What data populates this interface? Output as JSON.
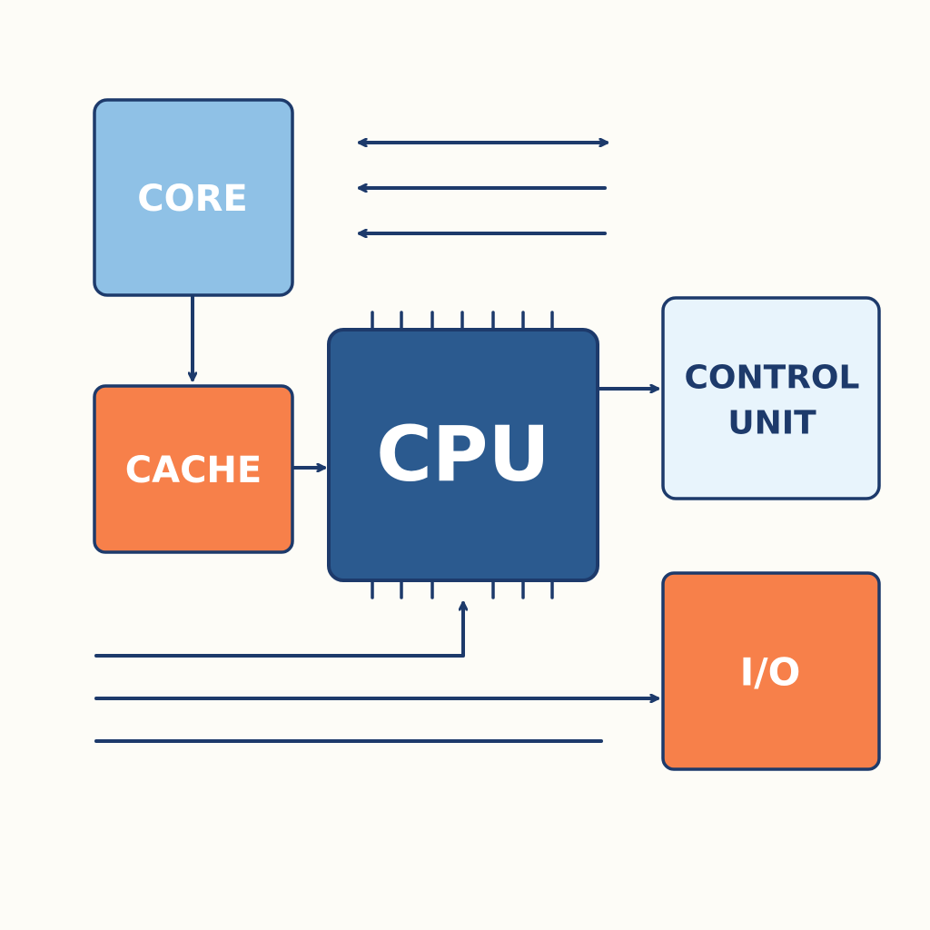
{
  "blocks": {
    "core": {
      "label": "CORE"
    },
    "cache": {
      "label": "CACHE"
    },
    "cpu": {
      "label": "CPU"
    },
    "control_unit": {
      "label_line1": "CONTROL",
      "label_line2": "UNIT"
    },
    "io": {
      "label": "I/O"
    }
  },
  "colors": {
    "background": "#fdfcf7",
    "navy": "#1d3a6b",
    "cpu_fill": "#2b5a8f",
    "core_fill": "#8fc1e6",
    "orange": "#f7804a",
    "control_fill": "#e8f4fc",
    "white_text": "#ffffff"
  },
  "icons": {
    "arrow": "arrow-head-icon",
    "double_arrow": "double-headed-arrow-icon",
    "chip_pin": "chip-pin-icon"
  }
}
